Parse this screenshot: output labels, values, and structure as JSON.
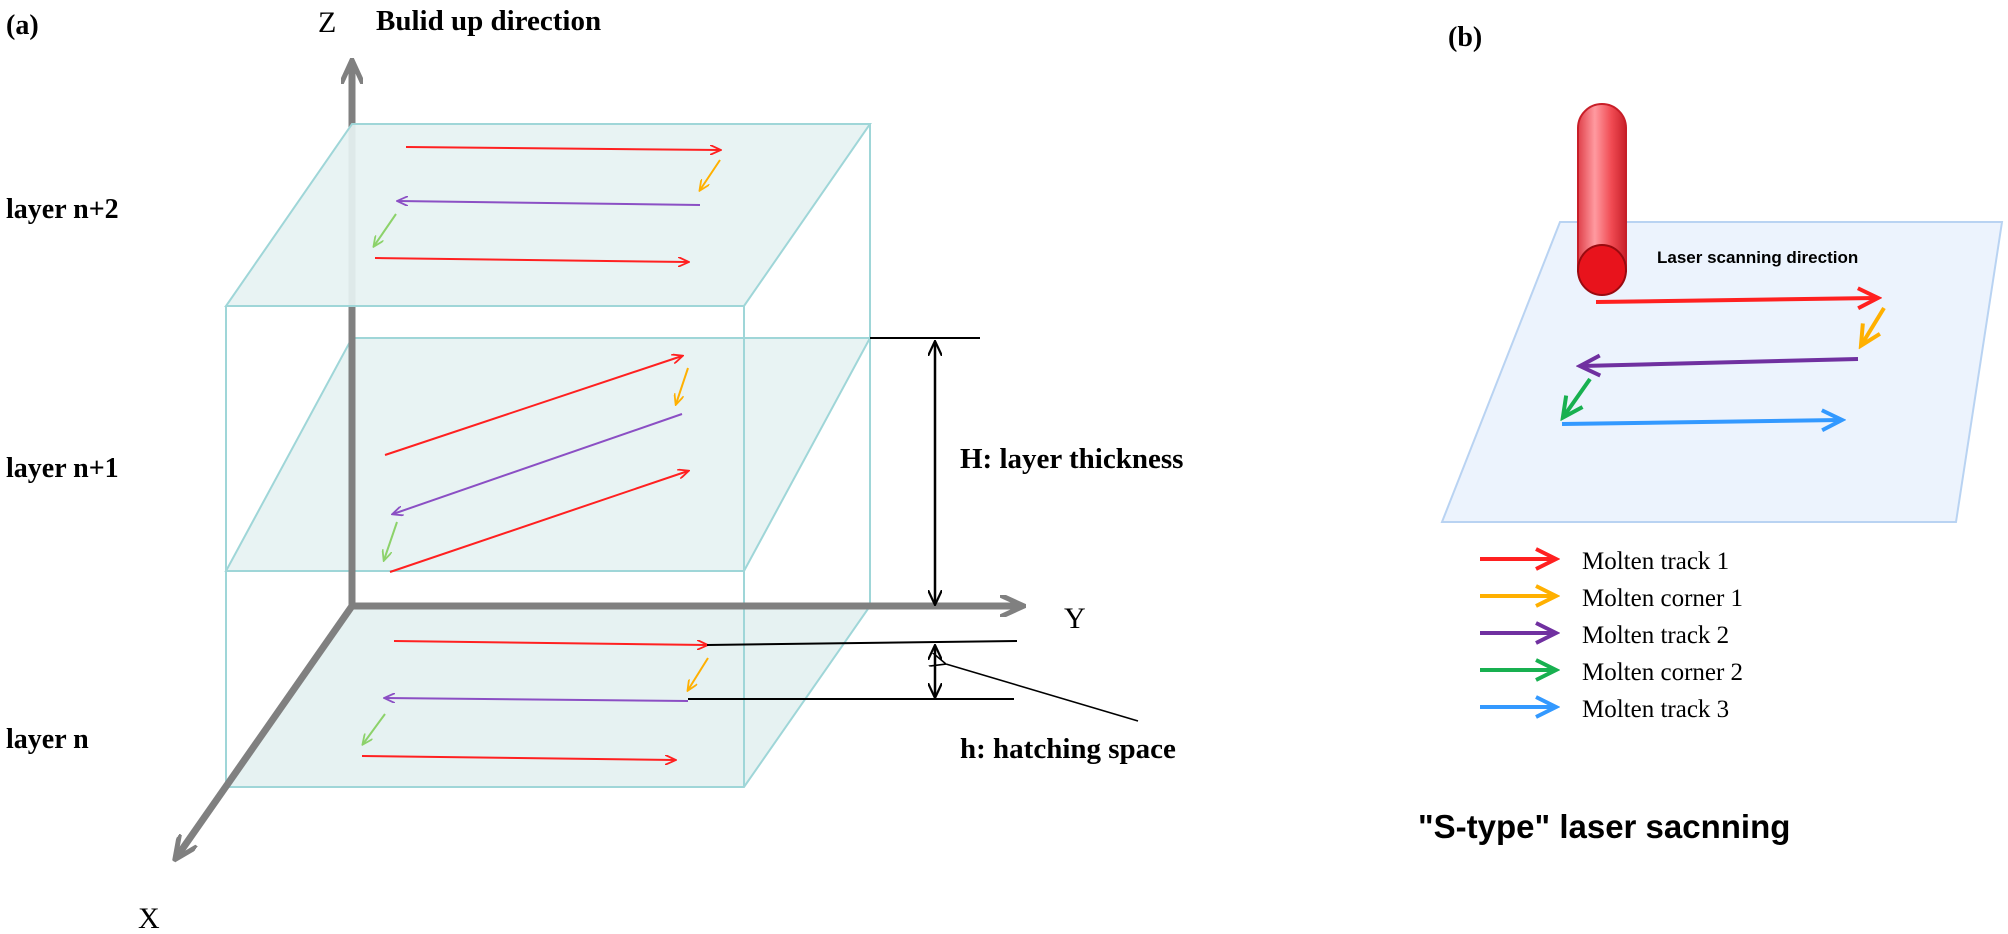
{
  "panel_a": {
    "label": "(a)",
    "axes": {
      "z": "Z",
      "y": "Y",
      "x": "X"
    },
    "build_direction": "Bulid up direction",
    "layers": {
      "top": "layer n+2",
      "middle": "layer n+1",
      "bottom": "layer n"
    },
    "layer_thickness_label": "H: layer thickness",
    "hatching_space_label": "h: hatching space"
  },
  "panel_b": {
    "label": "(b)",
    "scan_direction_label": "Laser scanning direction",
    "legend": [
      {
        "label": "Molten track 1",
        "color": "#ff2020"
      },
      {
        "label": "Molten corner 1",
        "color": "#ffb000"
      },
      {
        "label": "Molten track 2",
        "color": "#7030a0"
      },
      {
        "label": "Molten corner 2",
        "color": "#18b050"
      },
      {
        "label": "Molten track 3",
        "color": "#3399ff"
      }
    ],
    "caption": "\"S-type\"  laser sacnning"
  },
  "colors": {
    "red": "#ff2020",
    "orange": "#ffb000",
    "purple": "#8b4fc4",
    "green": "#8cd26a",
    "blue": "#3399ff",
    "plane_fill": "#e6f2f2",
    "plane_edge": "#9fd6d8",
    "axis": "#808080"
  }
}
